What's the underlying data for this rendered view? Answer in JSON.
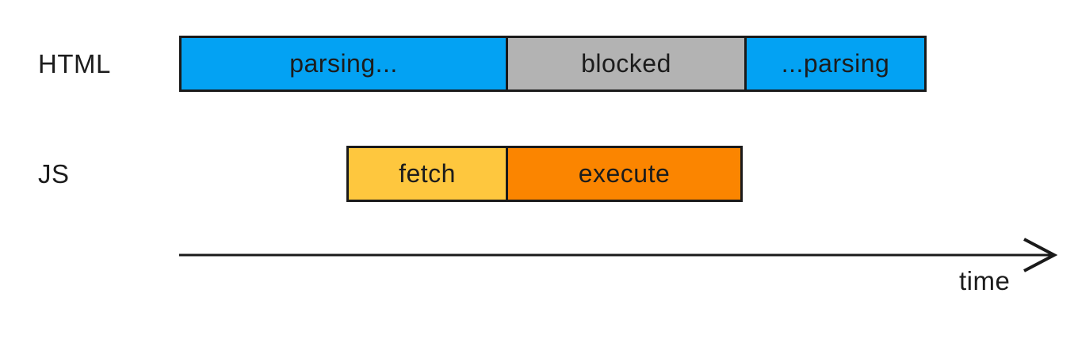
{
  "diagram": {
    "rows": [
      {
        "label": "HTML",
        "segments": [
          {
            "label": "parsing...",
            "color": "#03a2f3"
          },
          {
            "label": "blocked",
            "color": "#b3b3b3"
          },
          {
            "label": "...parsing",
            "color": "#03a2f3"
          }
        ]
      },
      {
        "label": "JS",
        "segments": [
          {
            "label": "fetch",
            "color": "#fec73e"
          },
          {
            "label": "execute",
            "color": "#fb8500"
          }
        ]
      }
    ],
    "axis": {
      "label": "time"
    },
    "colors": {
      "outline": "#1a1a1a",
      "text": "#1c1c1c",
      "background": "#ffffff"
    }
  }
}
